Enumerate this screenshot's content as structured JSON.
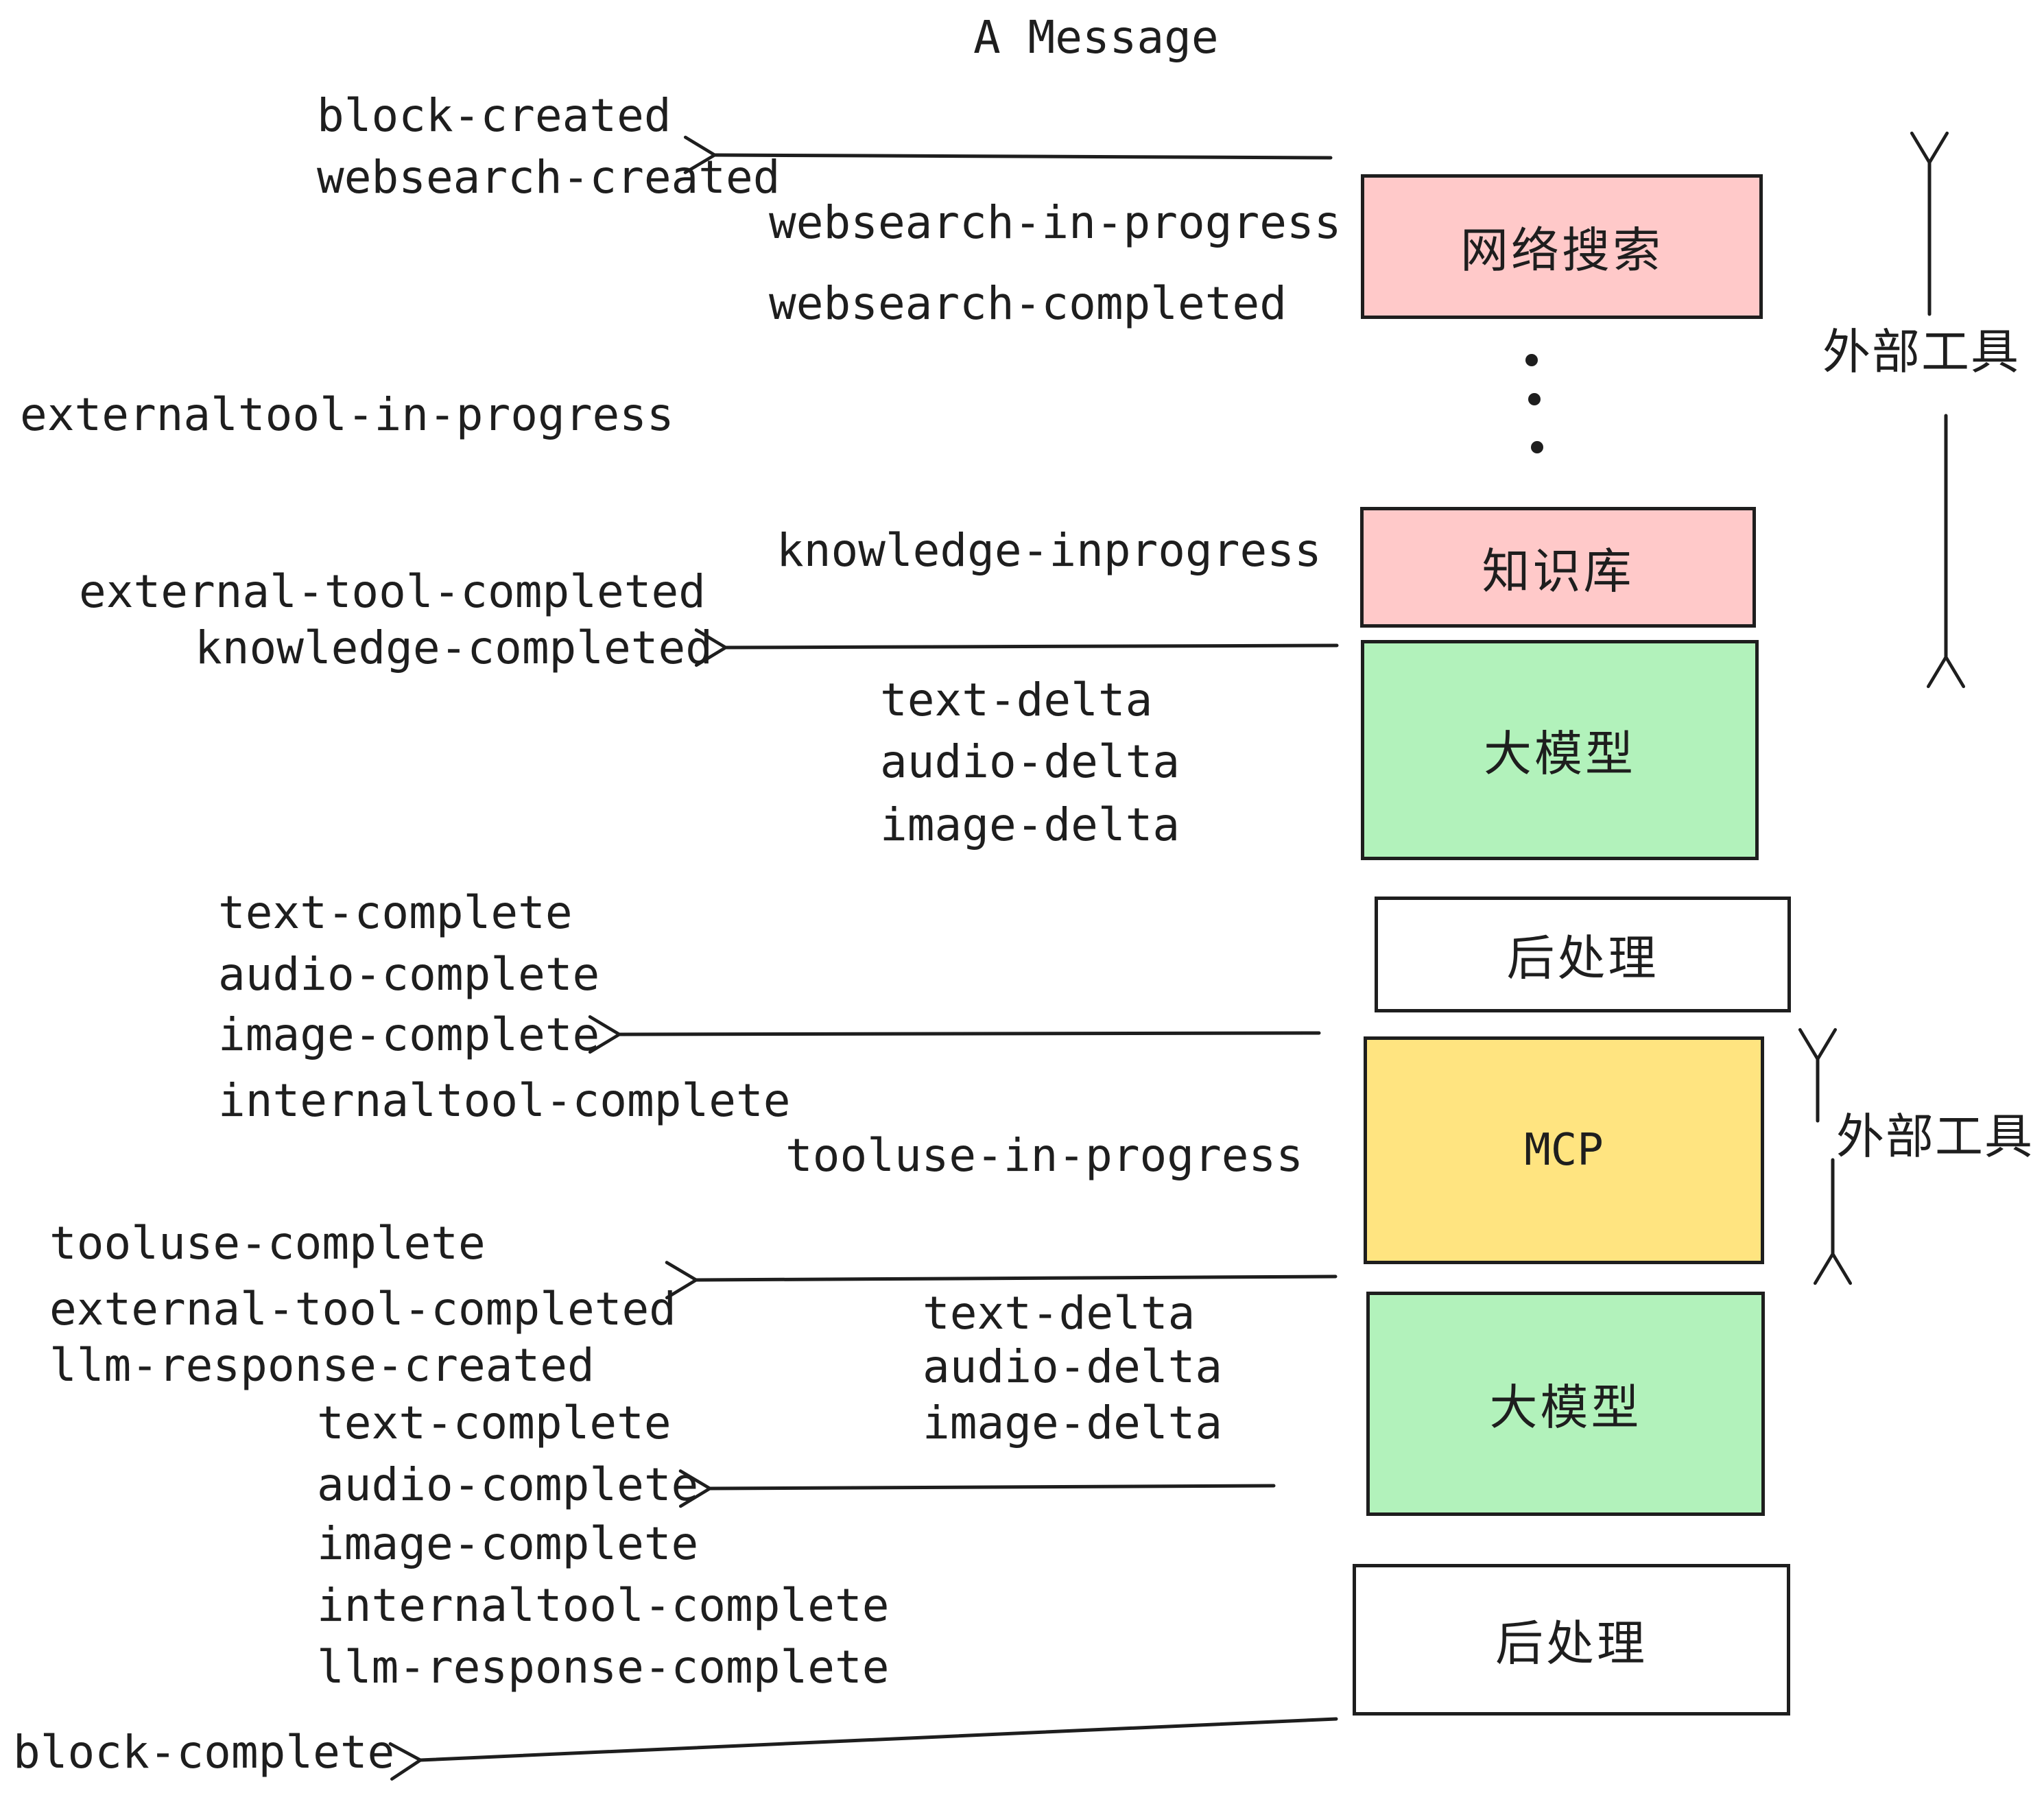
{
  "title": "A Message",
  "colors": {
    "ink": "#1e1e1e",
    "pink": "#ffc9c9",
    "green": "#b2f2bb",
    "yellow": "#ffe480",
    "white": "#ffffff",
    "background": "#ffffff"
  },
  "icons": {
    "vertical_ellipsis": "⋮",
    "left_arrow": "←",
    "up_arrow": "↑",
    "down_arrow": "↓"
  },
  "boxes": [
    {
      "label": "网络搜索",
      "color": "pink"
    },
    {
      "label": "知识库",
      "color": "pink"
    },
    {
      "label": "大模型",
      "color": "green"
    },
    {
      "label": "后处理",
      "color": "white"
    },
    {
      "label": "MCP",
      "color": "yellow"
    },
    {
      "label": "大模型",
      "color": "green"
    },
    {
      "label": "后处理",
      "color": "white"
    }
  ],
  "side_annotations": [
    "外部工具",
    "外部工具"
  ],
  "events": [
    "block-created",
    "websearch-created",
    "websearch-in-progress",
    "websearch-completed",
    "externaltool-in-progress",
    "knowledge-inprogress",
    "external-tool-completed",
    "knowledge-completed",
    "text-delta",
    "audio-delta",
    "image-delta",
    "text-complete",
    "audio-complete",
    "image-complete",
    "internaltool-complete",
    "tooluse-in-progress",
    "tooluse-complete",
    "external-tool-completed",
    "llm-response-created",
    "text-delta",
    "audio-delta",
    "image-delta",
    "text-complete",
    "audio-complete",
    "image-complete",
    "internaltool-complete",
    "llm-response-complete",
    "block-complete"
  ]
}
